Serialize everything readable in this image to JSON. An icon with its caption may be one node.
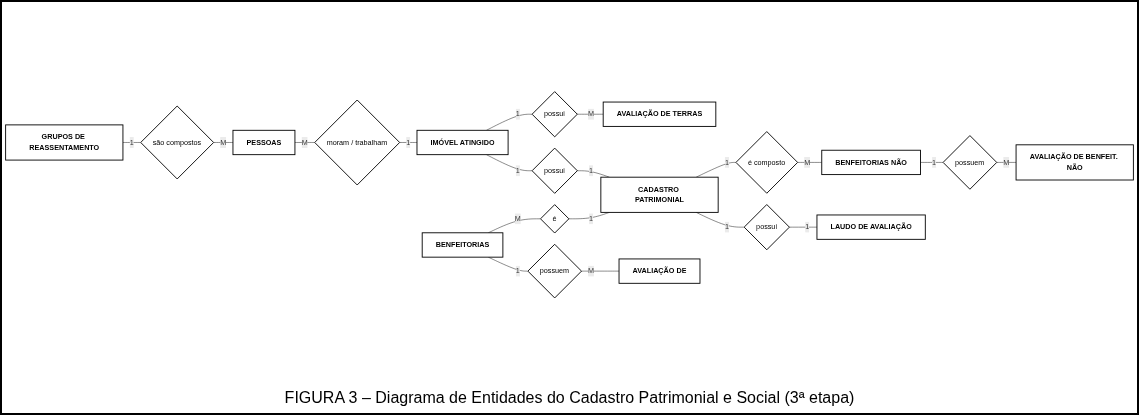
{
  "diagram": {
    "caption": "FIGURA 3 – Diagrama de Entidades do Cadastro Patrimonial e Social (3ª etapa)",
    "nodes": [
      {
        "text": [
          "GRUPOS DE REASSENTAMENTO"
        ]
      },
      {
        "text": [
          "são compostos"
        ]
      },
      {
        "text": [
          "PESSOAS"
        ]
      },
      {
        "text": [
          "moram / trabalham"
        ]
      },
      {
        "text": [
          "IMÓVEL ATINGIDO"
        ]
      },
      {
        "text": [
          "possui"
        ]
      },
      {
        "text": [
          "AVALIAÇÃO DE TERRAS"
        ]
      },
      {
        "text": [
          "possui"
        ]
      },
      {
        "text": [
          "BENFEITORIAS"
        ]
      },
      {
        "text": [
          "é"
        ]
      },
      {
        "text": [
          "CADASTRO PATRIMONIAL"
        ]
      },
      {
        "text": [
          "é composto"
        ]
      },
      {
        "text": [
          "BENFEITORIAS NÃO"
        ]
      },
      {
        "text": [
          "possuem"
        ]
      },
      {
        "text": [
          "possui"
        ]
      },
      {
        "text": [
          "possuem"
        ]
      },
      {
        "text": [
          "AVALIAÇÃO DE"
        ]
      },
      {
        "text": [
          "LAUDO DE AVALIAÇÃO"
        ]
      },
      {
        "text": [
          "AVALIAÇÃO DE BENFEIT. NÃO"
        ]
      }
    ],
    "edges": [
      {
        "from": 0,
        "to": 1,
        "arrow": "none",
        "label": "1"
      },
      {
        "from": 1,
        "to": 2,
        "arrow": "none",
        "label": "M"
      },
      {
        "from": 2,
        "to": 3,
        "arrow": "none",
        "label": "M"
      },
      {
        "from": 3,
        "to": 4,
        "arrow": "none",
        "label": "1"
      },
      {
        "from": 4,
        "to": 5,
        "arrow": "none",
        "label": "1"
      },
      {
        "from": 5,
        "to": 6,
        "arrow": "none",
        "label": "M"
      },
      {
        "from": 4,
        "to": 7,
        "arrow": "none",
        "label": "1"
      },
      {
        "from": 7,
        "to": 10,
        "arrow": "none",
        "label": "1"
      },
      {
        "from": 8,
        "to": 9,
        "arrow": "none",
        "label": "M"
      },
      {
        "from": 9,
        "to": 10,
        "arrow": "none",
        "label": "1"
      },
      {
        "from": 10,
        "to": 11,
        "arrow": "none",
        "label": "1"
      },
      {
        "from": 11,
        "to": 12,
        "arrow": "none",
        "label": "M"
      },
      {
        "from": 8,
        "to": 13,
        "arrow": "none",
        "label": "1"
      },
      {
        "from": 13,
        "to": 16,
        "arrow": "none",
        "label": "M"
      },
      {
        "from": 10,
        "to": 14,
        "arrow": "none",
        "label": "1"
      },
      {
        "from": 14,
        "to": 17,
        "arrow": "none",
        "label": "1"
      },
      {
        "from": 12,
        "to": 15,
        "arrow": "none",
        "label": "1"
      },
      {
        "from": 15,
        "to": 18,
        "arrow": "none",
        "label": "M"
      }
    ]
  }
}
